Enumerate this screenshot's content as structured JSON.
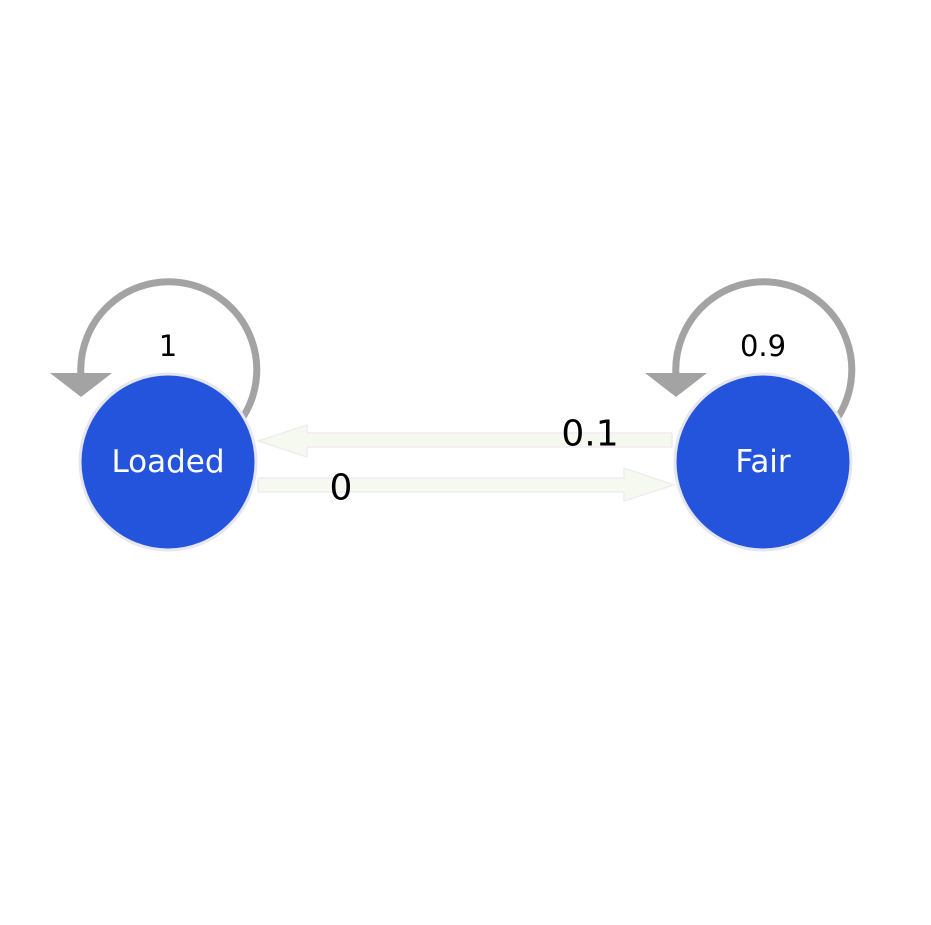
{
  "graph": {
    "nodes": [
      {
        "id": "loaded",
        "label": "Loaded"
      },
      {
        "id": "fair",
        "label": "Fair"
      }
    ],
    "edges": [
      {
        "id": "loaded-self",
        "from": "Loaded",
        "to": "Loaded",
        "label": "1"
      },
      {
        "id": "fair-self",
        "from": "Fair",
        "to": "Fair",
        "label": "0.9"
      },
      {
        "id": "fair-to-loaded",
        "from": "Fair",
        "to": "Loaded",
        "label": "0.1"
      },
      {
        "id": "loaded-to-fair",
        "from": "Loaded",
        "to": "Fair",
        "label": "0"
      }
    ]
  },
  "colors": {
    "node_fill": "#2453dc",
    "node_stroke": "#e6e6ee",
    "self_loop": "#a3a3a3",
    "cross_edge_fill": "#f5f9f0",
    "cross_edge_stroke": "#f0ecef"
  }
}
